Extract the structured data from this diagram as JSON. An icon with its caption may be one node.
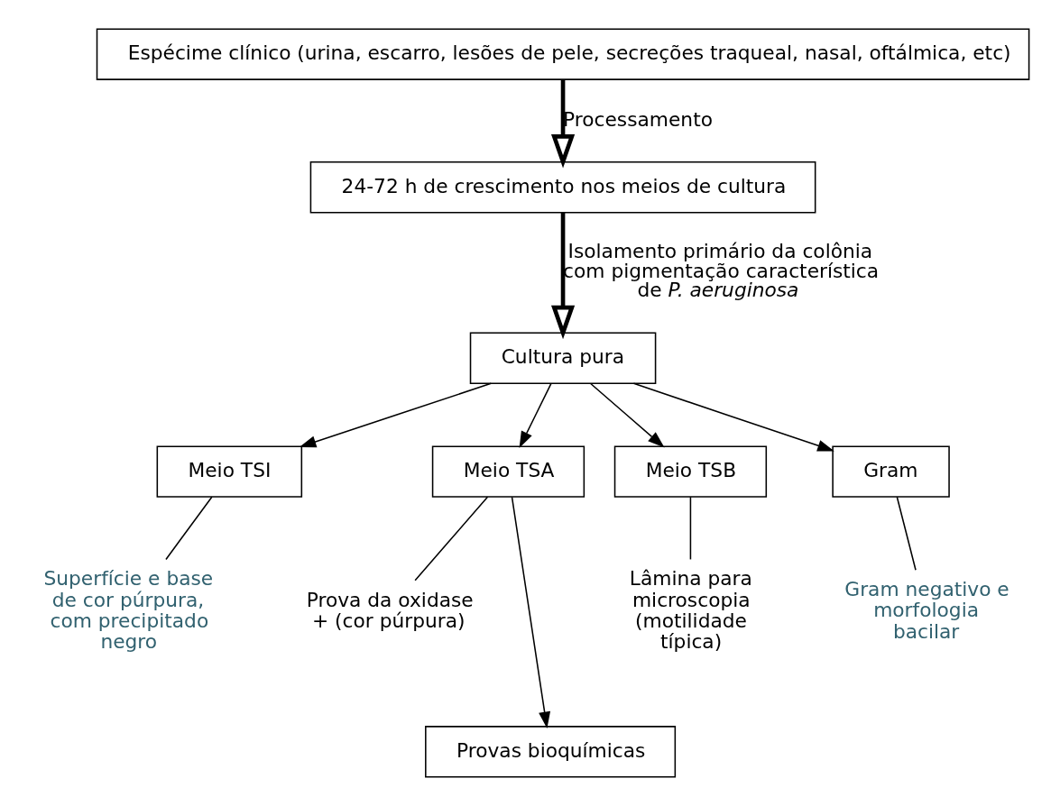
{
  "diagram": {
    "nodes": [
      {
        "text": [
          "Espécime clínico (urina, escarro, lesões de pele, secreções traqueal, nasal, oftálmica, etc)"
        ]
      },
      {
        "text": [
          "24-72 h de crescimento nos meios de cultura"
        ]
      },
      {
        "text": [
          "Cultura pura"
        ]
      },
      {
        "text": [
          "Meio TSI"
        ]
      },
      {
        "text": [
          "Meio TSA"
        ]
      },
      {
        "text": [
          "Meio TSB"
        ]
      },
      {
        "text": [
          "Gram"
        ]
      },
      {
        "text": [
          "Superfície e base de cor púrpura, com precipitado negro"
        ]
      },
      {
        "text": [
          "Prova da oxidase + (cor púrpura)"
        ]
      },
      {
        "text": [
          "Lâmina para microscopia (motilidade típica)"
        ]
      },
      {
        "text": [
          "Gram negativo e morfologia bacilar"
        ]
      },
      {
        "text": [
          "Provas bioquímicas"
        ]
      }
    ],
    "edges": [
      {
        "from": 0,
        "to": 1,
        "arrow": "to",
        "label": "Processamento",
        "style": "thick"
      },
      {
        "from": 1,
        "to": 2,
        "arrow": "to",
        "label": "Isolamento primário da colônia com pigmentação característica de *P. aeruginosa*",
        "style": "thick"
      },
      {
        "from": 2,
        "to": 3,
        "arrow": "to"
      },
      {
        "from": 2,
        "to": 4,
        "arrow": "to"
      },
      {
        "from": 2,
        "to": 5,
        "arrow": "to"
      },
      {
        "from": 2,
        "to": 6,
        "arrow": "to"
      },
      {
        "from": 3,
        "to": 7,
        "arrow": "none"
      },
      {
        "from": 4,
        "to": 8,
        "arrow": "none"
      },
      {
        "from": 5,
        "to": 9,
        "arrow": "none"
      },
      {
        "from": 6,
        "to": 10,
        "arrow": "none"
      },
      {
        "from": 4,
        "to": 11,
        "arrow": "to"
      }
    ]
  }
}
